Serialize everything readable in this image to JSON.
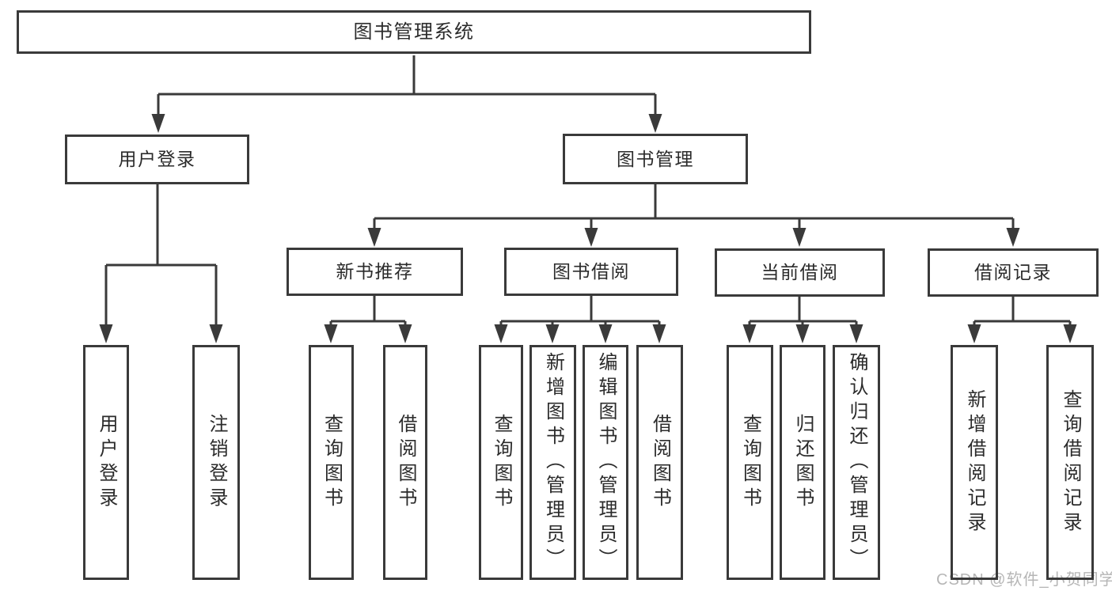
{
  "diagram": {
    "title": "图书管理系统",
    "level2": [
      {
        "label": "用户登录"
      },
      {
        "label": "图书管理"
      }
    ],
    "level3": [
      {
        "label": "新书推荐"
      },
      {
        "label": "图书借阅"
      },
      {
        "label": "当前借阅"
      },
      {
        "label": "借阅记录"
      }
    ],
    "leaves": {
      "userLogin": [
        {
          "label": "用户登录"
        },
        {
          "label": "注销登录"
        }
      ],
      "newBook": [
        {
          "label": "查询图书"
        },
        {
          "label": "借阅图书"
        }
      ],
      "bookBorrow": [
        {
          "label": "查询图书"
        },
        {
          "label": "新增图书（管理员）"
        },
        {
          "label": "编辑图书（管理员）"
        },
        {
          "label": "借阅图书"
        }
      ],
      "currentBorrow": [
        {
          "label": "查询图书"
        },
        {
          "label": "归还图书"
        },
        {
          "label": "确认归还（管理员）"
        }
      ],
      "borrowRecords": [
        {
          "label": "新增借阅记录"
        },
        {
          "label": "查询借阅记录"
        }
      ]
    },
    "watermark": "CSDN @软件_小贺同学",
    "colors": {
      "line": "#3a3a3a",
      "text": "#2b2b2b",
      "background": "#ffffff",
      "watermark": "#b6b6b6"
    }
  }
}
